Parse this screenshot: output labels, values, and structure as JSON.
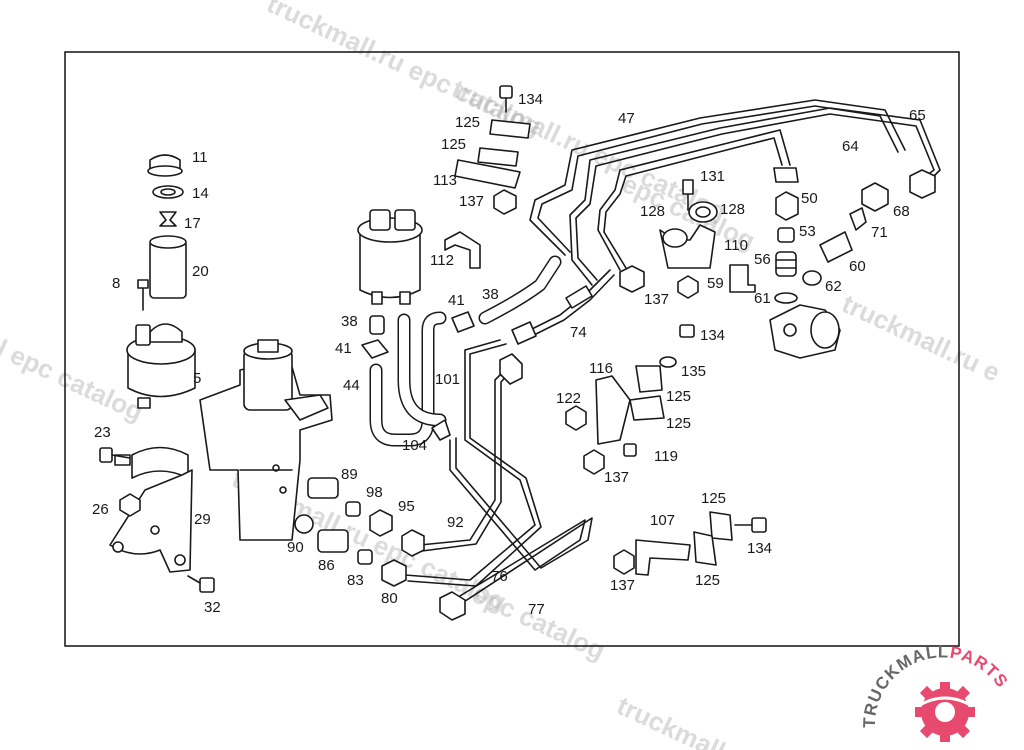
{
  "watermarks": [
    "truckmall.ru epc catalog",
    "truckmall.ru epc catalog",
    "epc catalog",
    "truckmall.ru epc catalog",
    "truckmall.ru epc catalog",
    "truckmall.ru e",
    "l epc catalog",
    "epc catalog",
    "truckmall.ru"
  ],
  "brand": {
    "name_main": "TRUCKMALL",
    "name_accent": "PARTS",
    "accent_color": "#e84a6f",
    "text_color": "#666666"
  },
  "part_labels": [
    "134",
    "125",
    "125",
    "113",
    "137",
    "47",
    "65",
    "64",
    "131",
    "128",
    "128",
    "110",
    "50",
    "68",
    "53",
    "71",
    "56",
    "60",
    "59",
    "137",
    "61",
    "62",
    "11",
    "14",
    "17",
    "20",
    "8",
    "5",
    "112",
    "41",
    "38",
    "38",
    "41",
    "44",
    "101",
    "104",
    "74",
    "134",
    "135",
    "116",
    "125",
    "125",
    "122",
    "119",
    "137",
    "23",
    "26",
    "29",
    "32",
    "89",
    "98",
    "95",
    "92",
    "90",
    "86",
    "83",
    "80",
    "76",
    "77",
    "125",
    "107",
    "134",
    "137",
    "125"
  ]
}
